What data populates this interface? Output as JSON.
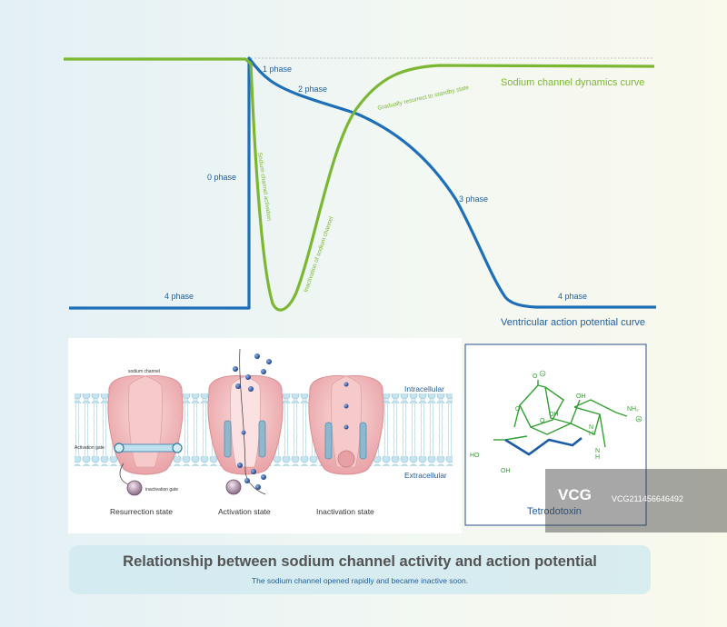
{
  "top_chart": {
    "green_series_label": "Sodium channel dynamics curve",
    "blue_series_label": "Ventricular action potential curve",
    "phase_labels": {
      "phase0": "0 phase",
      "phase1": "1 phase",
      "phase2": "2 phase",
      "phase3": "3 phase",
      "phase4_left": "4 phase",
      "phase4_right": "4 phase"
    },
    "green_annotations": {
      "activation": "Sodium channel activation",
      "inactivation": "Inactivation of sodium channel",
      "recovery": "Gradually resurrect to standby state"
    },
    "colors": {
      "green_curve": "#7cb733",
      "blue_curve": "#1f6fb8"
    }
  },
  "channel_panel": {
    "intracellular_label": "Intracellular",
    "extracellular_label": "Extracellular",
    "sodium_channel_label": "sodium channel",
    "activation_gate_label": "Activation gate",
    "inactivation_gate_label": "inactivation gate",
    "states": [
      "Resurrection state",
      "Activation state",
      "Inactivation state"
    ]
  },
  "molecule": {
    "name": "Tetrodotoxin",
    "atom_labels": {
      "o_minus": "O",
      "minus_sign": "−",
      "oh_top": "OH",
      "o_bridge": "O",
      "o_ring": "O",
      "oh_mid": "OH",
      "nh_top": "N\nH",
      "nh2": "NH₂",
      "plus_sign": "+",
      "nh_bottom": "N\nH",
      "ho_left": "HO",
      "oh_bottom": "OH"
    }
  },
  "caption": {
    "title": "Relationship between sodium channel activity and action potential",
    "subtitle": "The sodium channel opened rapidly and became inactive soon."
  },
  "watermark": {
    "logo": "VCG",
    "id_text": "VCG211456646492"
  }
}
